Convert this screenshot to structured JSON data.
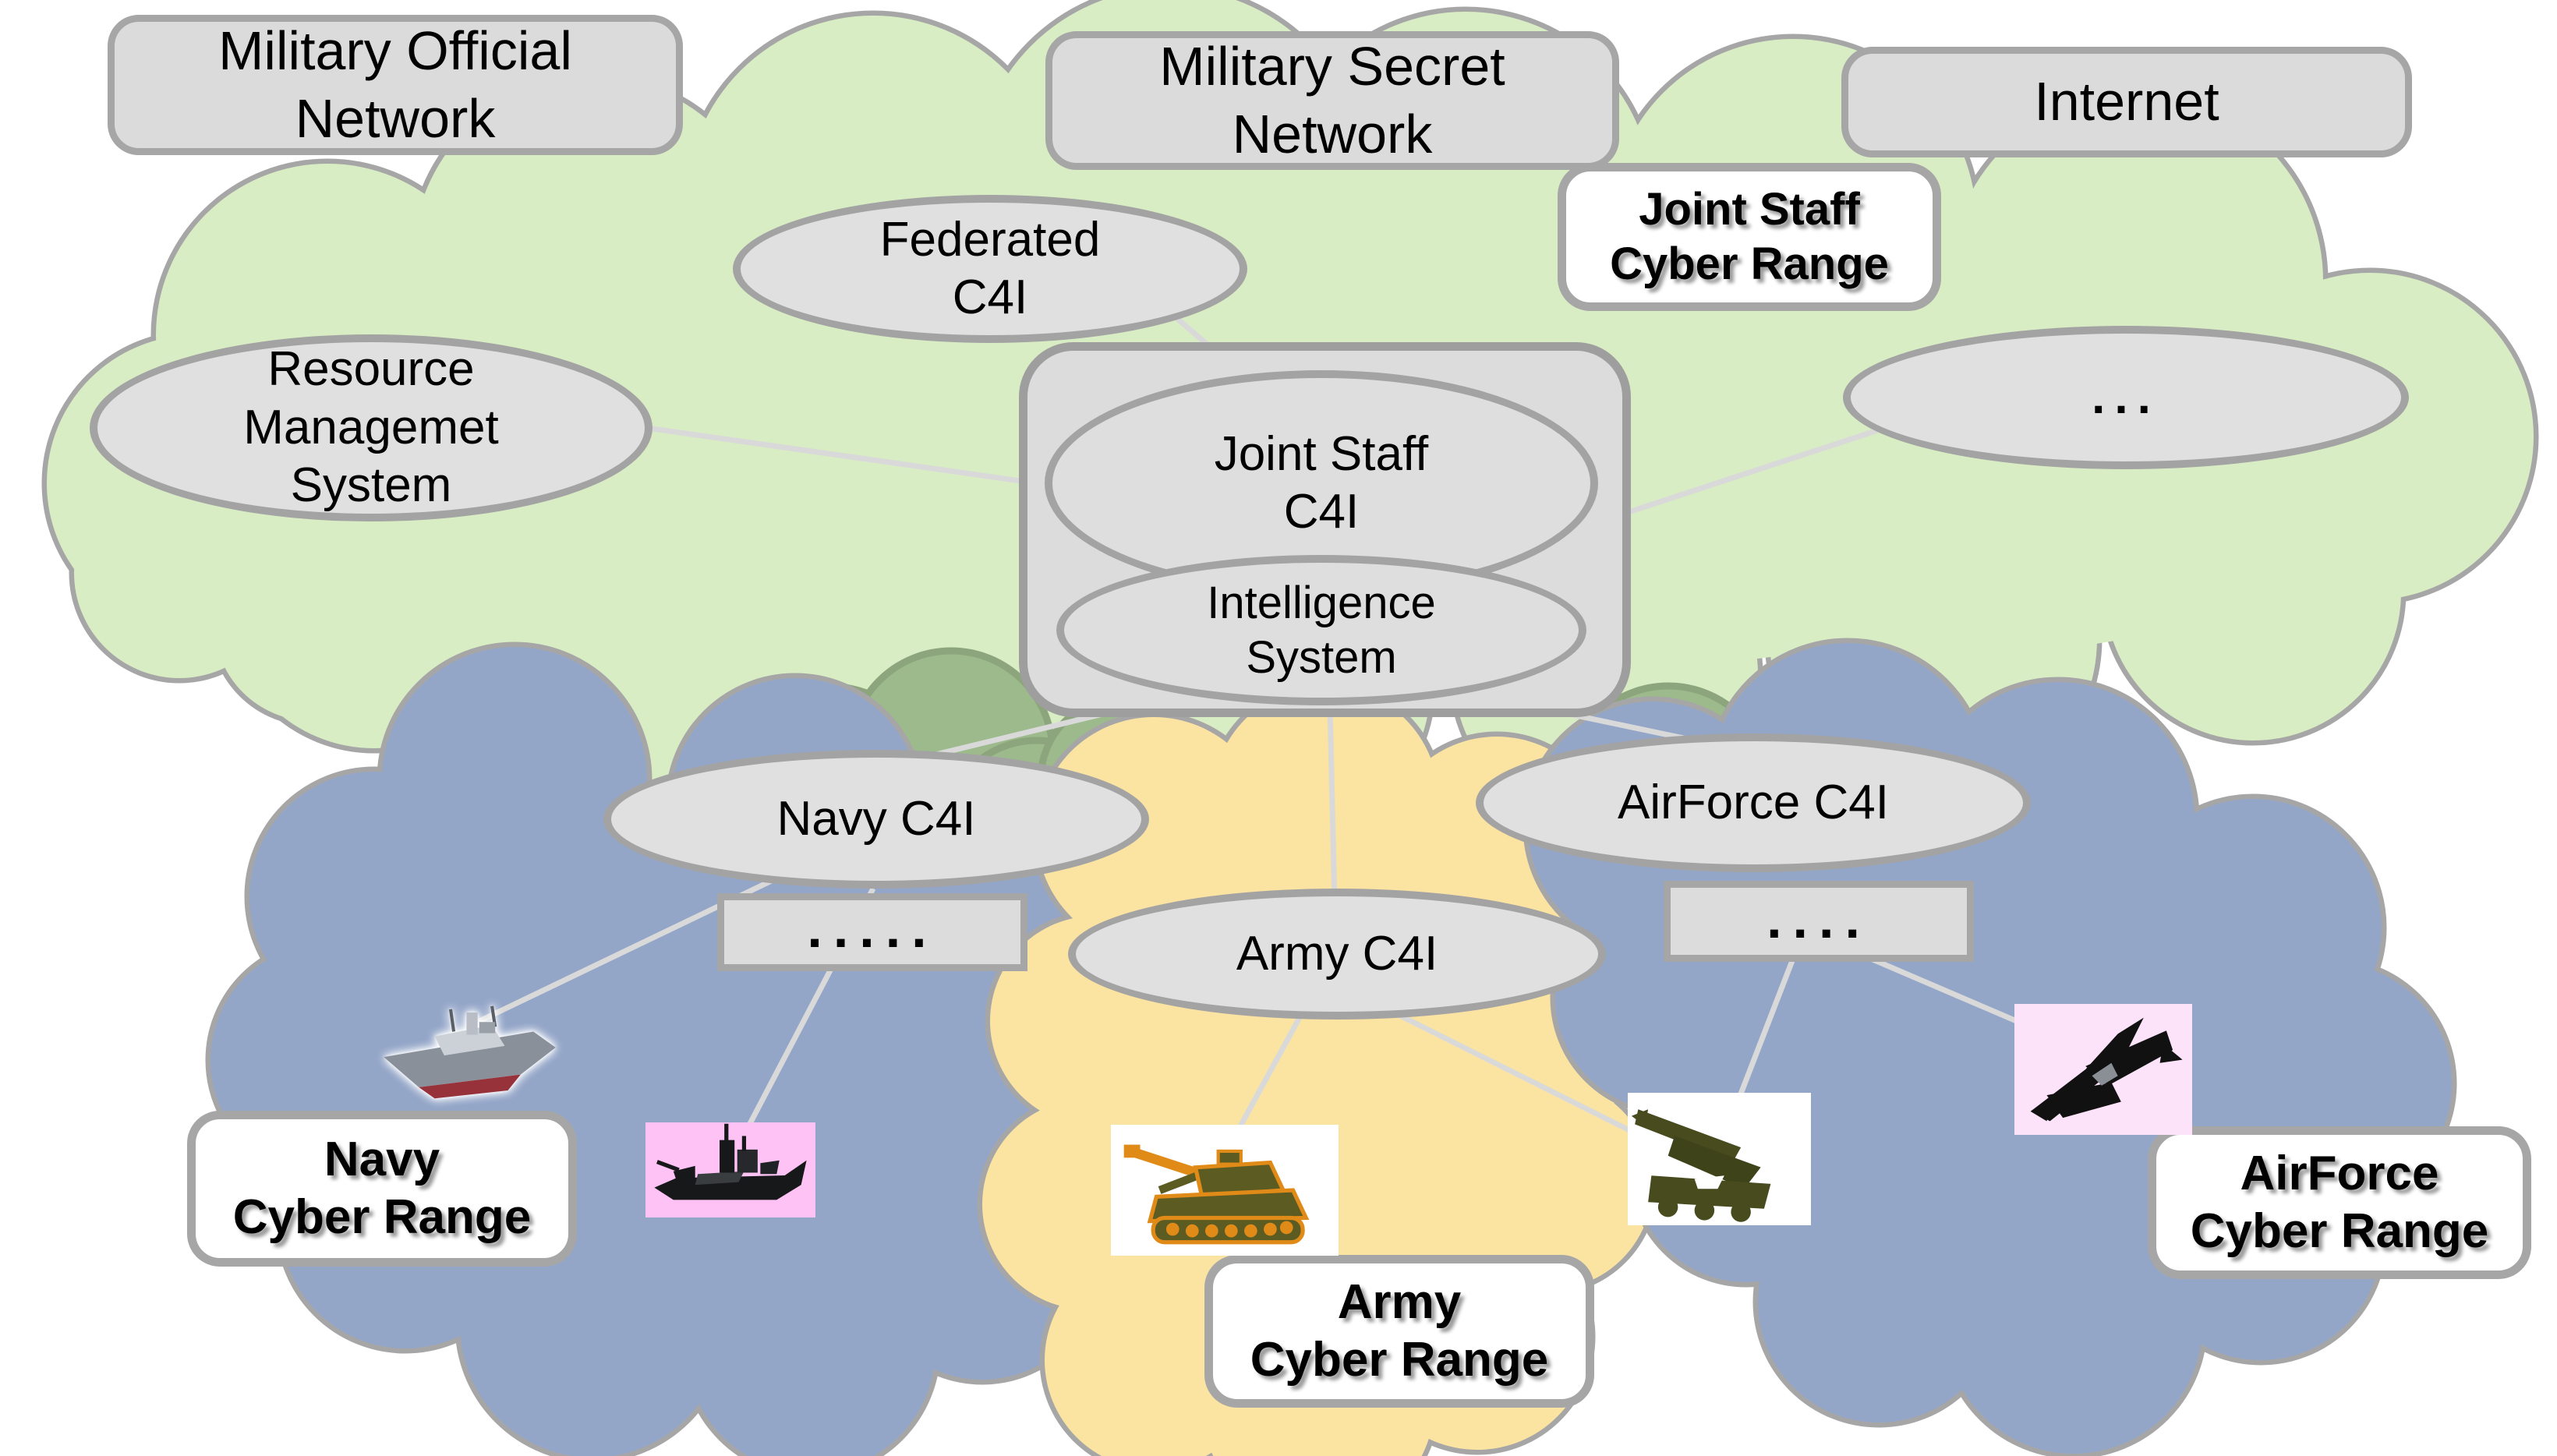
{
  "top": {
    "official": "Military Official\nNetwork",
    "secret": "Military Secret\nNetwork",
    "internet": "Internet"
  },
  "core": {
    "federated": "Federated\nC4I",
    "resource": "Resource\nManagemet\nSystem",
    "joint_staff_c4i": "Joint Staff\nC4I",
    "intelligence": "Intelligence\nSystem",
    "joint_staff_cyber_range": "Joint Staff\nCyber Range",
    "more": "..."
  },
  "navy": {
    "c4i": "Navy C4I",
    "more": ".....",
    "cyber_range": "Navy\nCyber Range",
    "image_1": "navy-transport-ship",
    "image_2": "navy-warship"
  },
  "army": {
    "c4i": "Army C4I",
    "cyber_range": "Army\nCyber Range",
    "image_1": "self-propelled-howitzer",
    "image_2": "missile-launcher"
  },
  "airforce": {
    "c4i": "AirForce C4I",
    "more": "....",
    "cyber_range": "AirForce\nCyber Range",
    "image_1": "fighter-jet"
  },
  "colors": {
    "green_cloud": "#d9edc4",
    "green_dark_bump": "#9cba8b",
    "green_yellow_bump": "#ccda7f",
    "blue_cloud": "#94a6c8",
    "yellow_cloud": "#fbe3a2",
    "cloud_stroke": "#a6a6a6",
    "node_fill": "#e0e0e0",
    "connector_line": "#d9d9d9",
    "ship_bg_pink": "#ffc2f5",
    "jet_bg_pink": "#fce3fa"
  }
}
